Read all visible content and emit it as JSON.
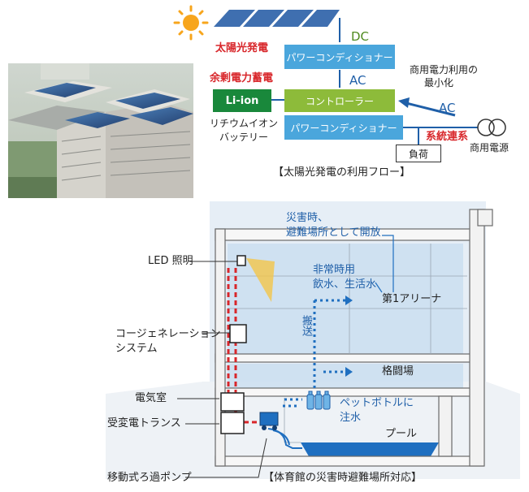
{
  "flow": {
    "solar_label": "太陽光発電",
    "storage_label": "余剰電力蓄電",
    "pc_top": "パワーコンディショナー",
    "controller": "コントローラー",
    "pc_bottom": "パワーコンディショナー",
    "li_ion": "Li-ion",
    "battery_line1": "リチウムイオン",
    "battery_line2": "バッテリー",
    "dc": "DC",
    "ac_mid": "AC",
    "ac_right": "AC",
    "commercial_line1": "商用電力利用の",
    "commercial_line2": "最小化",
    "grid_link": "系統連系",
    "load": "負荷",
    "commercial_power": "商用電源",
    "caption": "【太陽光発電の利用フロー】"
  },
  "section": {
    "shelter_line1": "災害時、",
    "shelter_line2": "避難場所として開放",
    "water_line1": "非常時用",
    "water_line2": "飲水、生活水",
    "transport": "搬送",
    "arena": "第1アリーナ",
    "martial": "格闘場",
    "bottle_line1": "ペットボトルに",
    "bottle_line2": "注水",
    "pool": "プール",
    "led": "LED 照明",
    "cogen_line1": "コージェネレーション",
    "cogen_line2": "システム",
    "electrical_room": "電気室",
    "transformer": "受変電トランス",
    "pump": "移動式ろ過ポンプ",
    "caption": "【体育館の災害時避難場所対応】"
  },
  "colors": {
    "red": "#d8262a",
    "blue": "#1f5fa8",
    "panel_blue": "#4aa6dc",
    "controller_green": "#8dbb3a",
    "li_ion_green": "#19883b"
  }
}
